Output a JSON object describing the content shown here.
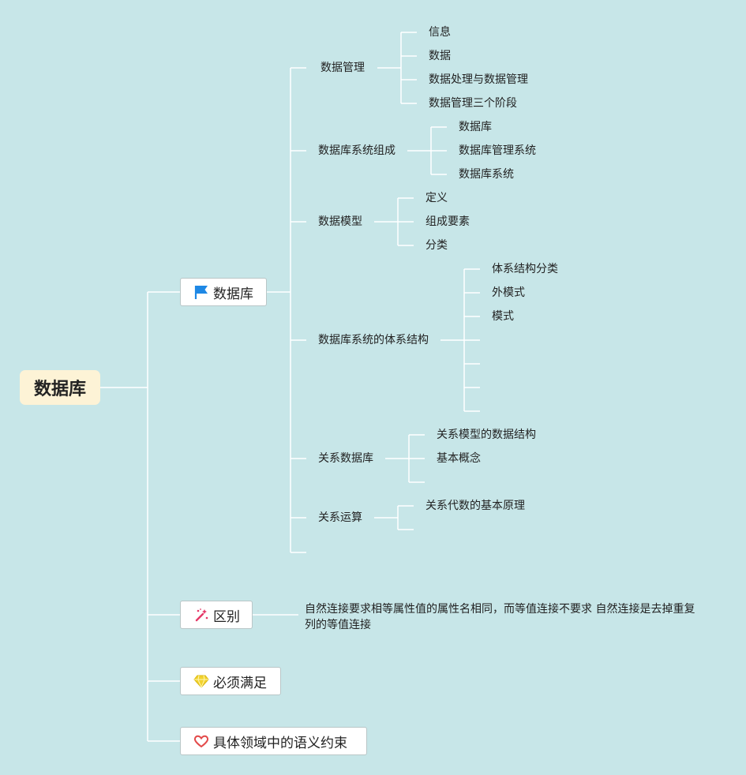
{
  "root": {
    "label": "数据库"
  },
  "branches": [
    {
      "label": "数据库",
      "icon": "blue-flag-icon",
      "children": [
        {
          "label": "数据管理",
          "children": [
            "信息",
            "数据",
            "数据处理与数据管理",
            "数据管理三个阶段"
          ]
        },
        {
          "label": "数据库系统组成",
          "children": [
            "数据库",
            "数据库管理系统",
            "数据库系统"
          ]
        },
        {
          "label": "数据模型",
          "children": [
            "定义",
            "组成要素",
            "分类"
          ]
        },
        {
          "label": "数据库系统的体系结构",
          "children": [
            "体系结构分类",
            "外模式",
            "模式"
          ]
        },
        {
          "label": "关系数据库",
          "children": [
            "关系模型的数据结构",
            "基本概念"
          ]
        },
        {
          "label": "关系运算",
          "children": [
            "关系代数的基本原理"
          ]
        }
      ]
    },
    {
      "label": "区别",
      "icon": "magic-wand-icon",
      "note": "自然连接要求相等属性值的属性名相同，而等值连接不要求 自然连接是去掉重复列的等值连接"
    },
    {
      "label": "必须满足",
      "icon": "diamond-icon"
    },
    {
      "label": "具体领域中的语义约束",
      "icon": "heart-icon"
    }
  ],
  "colors": {
    "background": "#c7e6e8",
    "root_fill": "#fdf3d6",
    "branch_fill": "#ffffff",
    "connector": "#ffffff",
    "flag": "#1e88e5",
    "wand": "#e53968",
    "diamond": "#f2d22e",
    "heart": "#e34a4a"
  }
}
